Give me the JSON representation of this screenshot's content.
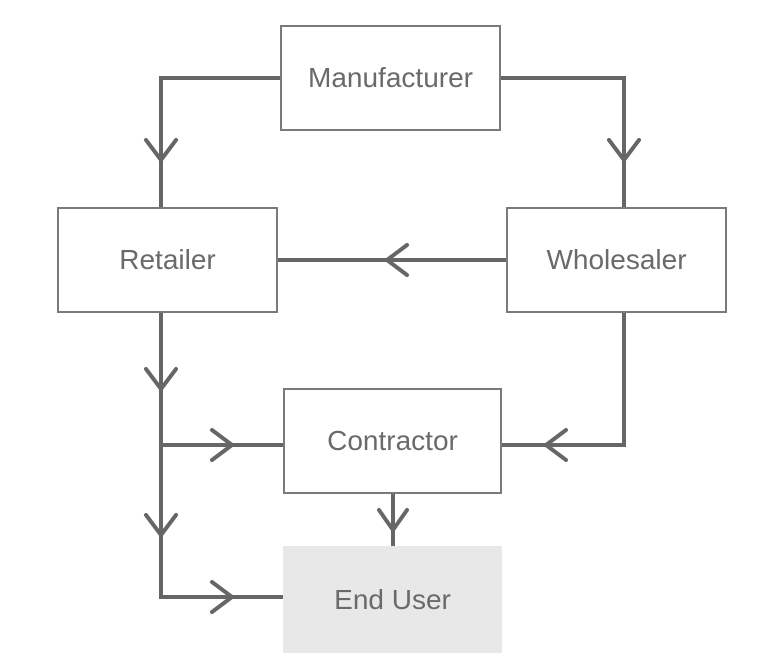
{
  "nodes": {
    "manufacturer": "Manufacturer",
    "retailer": "Retailer",
    "wholesaler": "Wholesaler",
    "contractor": "Contractor",
    "end_user": "End User"
  },
  "edges": [
    {
      "from": "Manufacturer",
      "to": "Retailer"
    },
    {
      "from": "Manufacturer",
      "to": "Wholesaler"
    },
    {
      "from": "Wholesaler",
      "to": "Retailer"
    },
    {
      "from": "Wholesaler",
      "to": "Contractor"
    },
    {
      "from": "Retailer",
      "to": "Contractor"
    },
    {
      "from": "Retailer",
      "to": "End User"
    },
    {
      "from": "Contractor",
      "to": "End User"
    }
  ],
  "colors": {
    "line": "#666666",
    "box_border": "#7a7a7a",
    "text": "#6a6a6a",
    "end_user_fill": "#e8e8e8"
  }
}
